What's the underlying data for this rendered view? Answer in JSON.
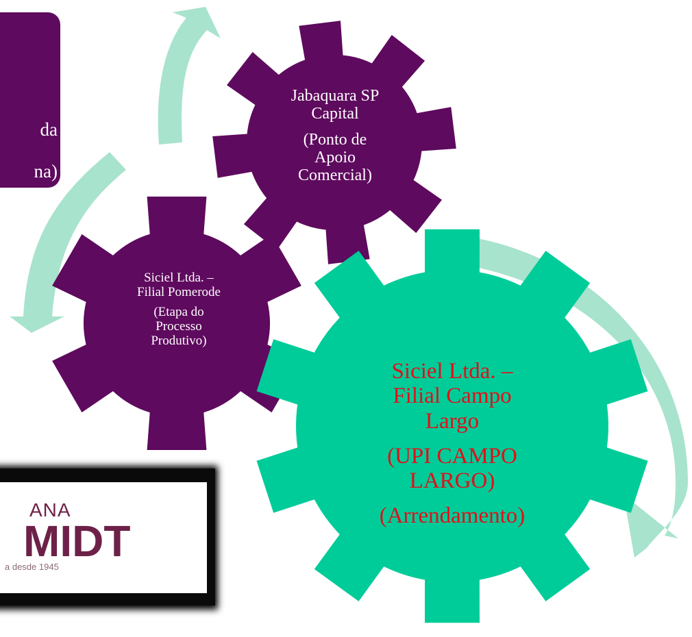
{
  "colors": {
    "purple": "#5e0a5e",
    "green": "#00cc99",
    "arrow": "#a8e3cd",
    "red_text": "#e0101a",
    "white_text": "#ffffff",
    "logo_frame": "#000000",
    "logo_text": "#6d2148"
  },
  "box": {
    "lines": [
      "da",
      "na)"
    ]
  },
  "gears": {
    "jabaquara": {
      "name_lines": [
        "Jabaquara SP",
        "Capital"
      ],
      "role_lines": [
        "(Ponto de",
        "Apoio",
        "Comercial)"
      ]
    },
    "pomerode": {
      "name_lines": [
        "Siciel Ltda. –",
        "Filial Pomerode"
      ],
      "role_lines": [
        "(Etapa do",
        "Processo",
        "Produtivo)"
      ]
    },
    "campo_largo": {
      "name_lines": [
        "Siciel Ltda. –",
        "Filial Campo",
        "Largo"
      ],
      "role_lines": [
        "(UPI CAMPO",
        "LARGO)"
      ],
      "extra_lines": [
        "(Arrendamento)"
      ]
    }
  },
  "logo": {
    "line1": "ANA",
    "line2": "MIDT",
    "line3": "a desde 1945"
  },
  "arrows": [
    "top-curved-arrow",
    "left-curved-arrow",
    "right-curved-arrow"
  ]
}
